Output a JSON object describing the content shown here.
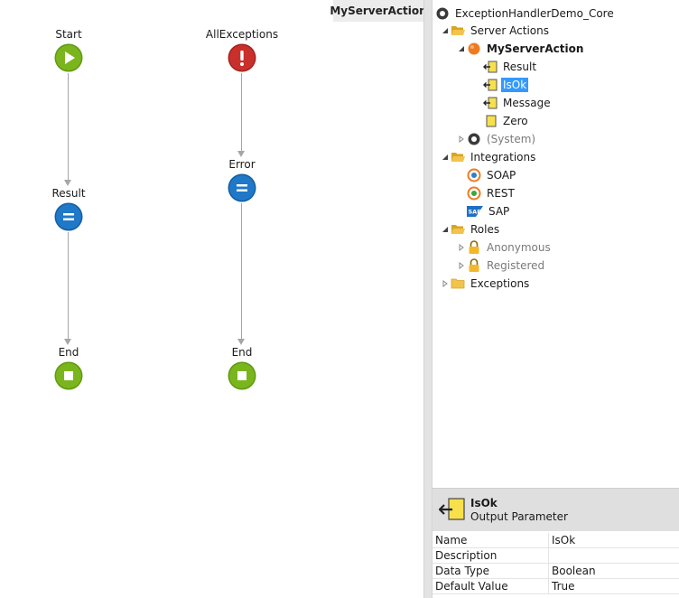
{
  "canvas": {
    "tab_title": "MyServerAction",
    "nodes": {
      "start": "Start",
      "all_exceptions": "AllExceptions",
      "result": "Result",
      "error": "Error",
      "end_left": "End",
      "end_right": "End"
    }
  },
  "tree": {
    "module": "ExceptionHandlerDemo_Core",
    "server_actions": "Server Actions",
    "my_server_action": "MyServerAction",
    "params": {
      "result": "Result",
      "isok": "IsOk",
      "message": "Message",
      "zero": "Zero"
    },
    "system": "(System)",
    "integrations": "Integrations",
    "soap": "SOAP",
    "rest": "REST",
    "sap": "SAP",
    "sap_badge": "SAP",
    "roles": "Roles",
    "anonymous": "Anonymous",
    "registered": "Registered",
    "exceptions": "Exceptions"
  },
  "properties": {
    "title": "IsOk",
    "subtitle": "Output Parameter",
    "rows": [
      {
        "name": "Name",
        "value": "IsOk"
      },
      {
        "name": "Description",
        "value": ""
      },
      {
        "name": "Data Type",
        "value": "Boolean"
      },
      {
        "name": "Default Value",
        "value": "True"
      }
    ]
  },
  "colors": {
    "start_node": "#7ab51d",
    "exception_node": "#c9302c",
    "assign_node": "#1f78c8",
    "end_node": "#7ab51d",
    "selection": "#3399ff",
    "folder": "#f2c44d",
    "param": "#f7e04b"
  }
}
